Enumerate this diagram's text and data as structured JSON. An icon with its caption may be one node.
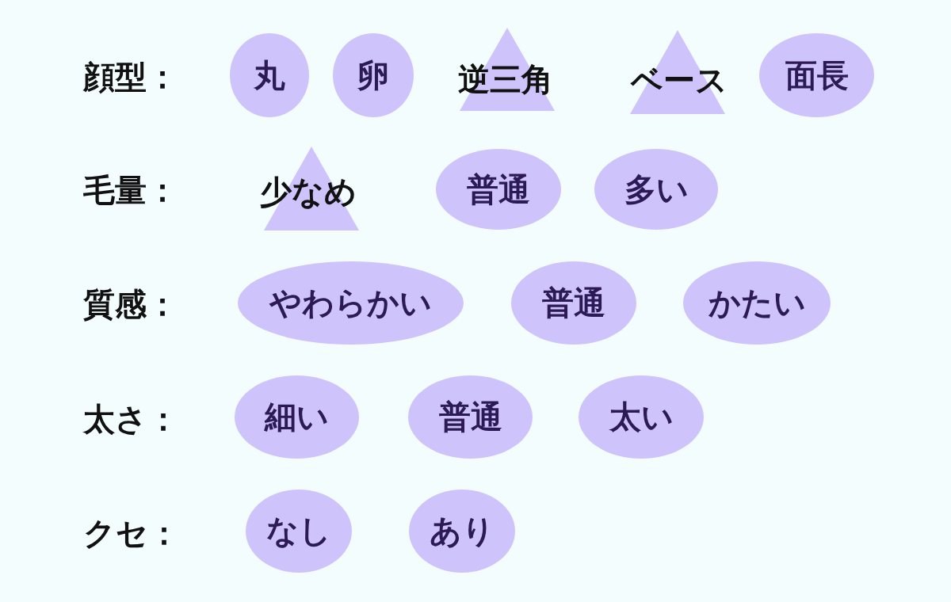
{
  "diagram": {
    "nodes": [
      {
        "text": [
          "丸"
        ]
      },
      {
        "text": [
          "卵"
        ]
      },
      {
        "text": [
          "逆三角"
        ]
      },
      {
        "text": [
          "ベース"
        ]
      },
      {
        "text": [
          "面長"
        ]
      },
      {
        "text": [
          "少なめ"
        ]
      },
      {
        "text": [
          "普通"
        ]
      },
      {
        "text": [
          "多い"
        ]
      },
      {
        "text": [
          "やわらかい"
        ]
      },
      {
        "text": [
          "普通"
        ]
      },
      {
        "text": [
          "かたい"
        ]
      },
      {
        "text": [
          "細い"
        ]
      },
      {
        "text": [
          "普通"
        ]
      },
      {
        "text": [
          "太い"
        ]
      },
      {
        "text": [
          "なし"
        ]
      },
      {
        "text": [
          "あり"
        ]
      }
    ],
    "edges": [],
    "labels": [
      "顔型：",
      "毛量：",
      "質感：",
      "太さ：",
      "クセ："
    ]
  }
}
